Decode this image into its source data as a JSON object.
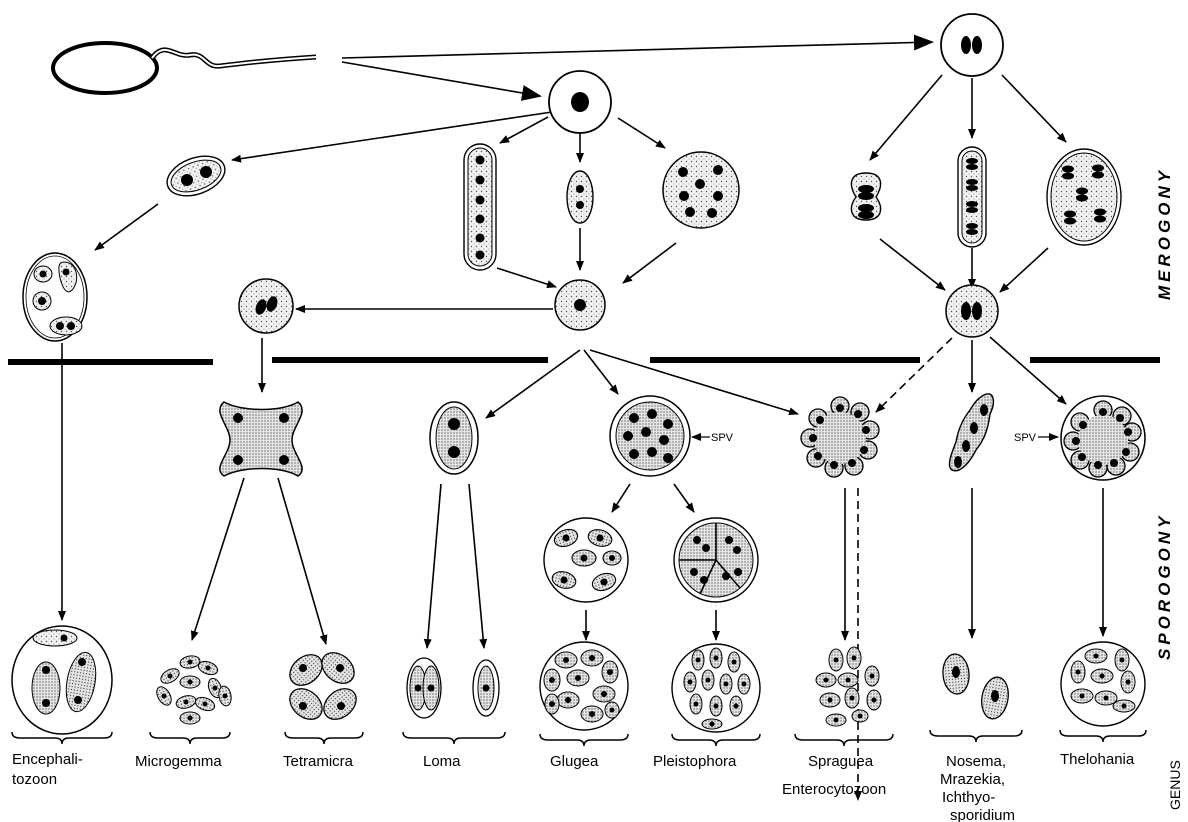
{
  "phases": {
    "merogony": "MEROGONY",
    "sporogony": "SPOROGONY",
    "genus": "GENUS"
  },
  "spv_label": "SPV",
  "genera": {
    "encephalitozoon": [
      "Encephali-",
      "tozoon"
    ],
    "microgemma": "Microgemma",
    "tetramicra": "Tetramicra",
    "loma": "Loma",
    "glugea": "Glugea",
    "pleistophora": "Pleistophora",
    "spraguea": "Spraguea",
    "enterocytozoon": "Enterocytozoon",
    "nosema": [
      "Nosema,",
      "Mrazekia,",
      "Ichthyo-",
      "sporidium"
    ],
    "thelohania": "Thelohania"
  },
  "colors": {
    "line": "#000000",
    "cell_fill": "#e9e9e9",
    "background": "#ffffff"
  }
}
